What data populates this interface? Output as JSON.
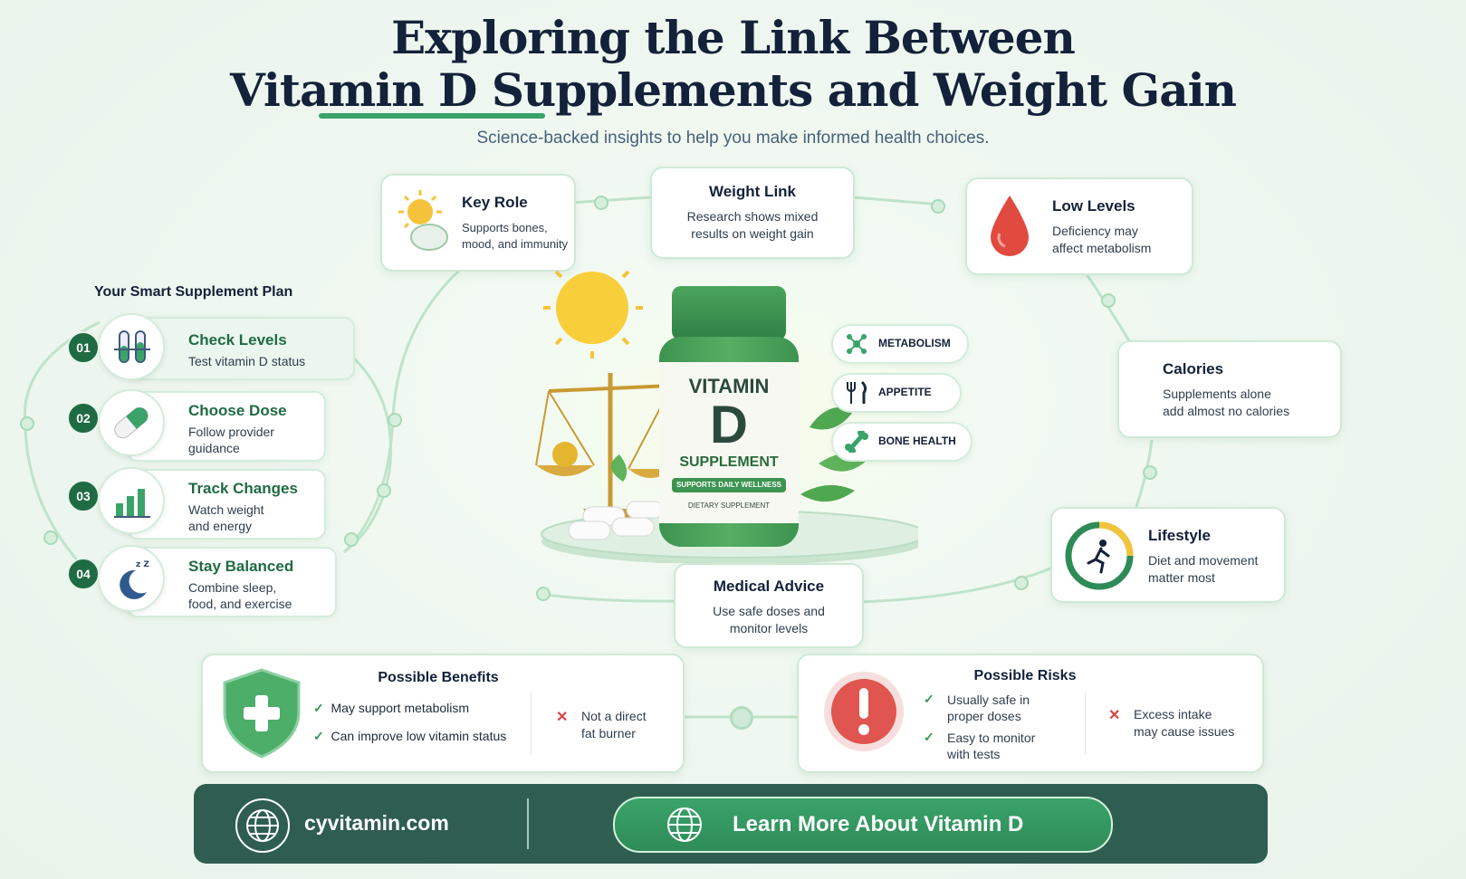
{
  "header": {
    "title_line1": "Exploring the Link Between",
    "title_line2": "Vitamin D Supplements and Weight Gain",
    "subtitle": "Science-backed insights to help you make informed health choices."
  },
  "cards": {
    "key_role": {
      "title": "Key Role",
      "text1": "Supports bones,",
      "text2": "mood, and immunity"
    },
    "weight_link": {
      "title": "Weight Link",
      "text1": "Research shows mixed",
      "text2": "results on weight gain"
    },
    "low_levels": {
      "title": "Low Levels",
      "text1": "Deficiency may",
      "text2": "affect metabolism"
    },
    "calories": {
      "title": "Calories",
      "text1": "Supplements alone",
      "text2": "add almost no calories"
    },
    "lifestyle": {
      "title": "Lifestyle",
      "text1": "Diet and movement",
      "text2": "matter most"
    },
    "medical_advice": {
      "title": "Medical Advice",
      "text1": "Use safe doses and",
      "text2": "monitor levels"
    }
  },
  "plan": {
    "title": "Your Smart Supplement Plan",
    "steps": [
      {
        "num": "01",
        "label": "Check Levels",
        "text1": "Test vitamin D status",
        "text2": ""
      },
      {
        "num": "02",
        "label": "Choose Dose",
        "text1": "Follow provider",
        "text2": "guidance"
      },
      {
        "num": "03",
        "label": "Track Changes",
        "text1": "Watch weight",
        "text2": "and energy"
      },
      {
        "num": "04",
        "label": "Stay Balanced",
        "text1": "Combine sleep,",
        "text2": "food, and exercise"
      }
    ]
  },
  "bottle": {
    "line1": "VITAMIN",
    "line2": "D",
    "line3": "SUPPLEMENT",
    "band": "SUPPORTS DAILY WELLNESS",
    "footer": "DIETARY SUPPLEMENT"
  },
  "tags": [
    "METABOLISM",
    "APPETITE",
    "BONE HEALTH"
  ],
  "benefits": {
    "title": "Possible Benefits",
    "pros": [
      "May support metabolism",
      "Can improve low vitamin status"
    ],
    "con1": "Not a direct",
    "con2": "fat burner"
  },
  "risks": {
    "title": "Possible Risks",
    "pro1a": "Usually safe in",
    "pro1b": "proper doses",
    "pro2a": "Easy to monitor",
    "pro2b": "with tests",
    "con1": "Excess intake",
    "con2": "may cause issues"
  },
  "footer": {
    "site": "cyvitamin.com",
    "cta": "Learn More About Vitamin D"
  },
  "colors": {
    "brand_green": "#2e8b58",
    "dark_green": "#2f5e50",
    "risk_red": "#d9464a"
  }
}
